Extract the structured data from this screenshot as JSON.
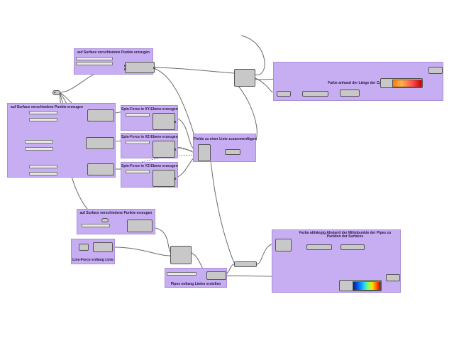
{
  "groups": {
    "g_points_top": "auf Surface verschiedene Punkte erzeugen",
    "g_points_left": "auf Surface verschiedene Punkte erzeugen",
    "g_spin_xy": "Spin-Force in XY-Ebene erzeugen",
    "g_spin_xz": "Spin-Force in XZ-Ebene erzeugen",
    "g_spin_yz": "Spin-Force in YZ-Ebene erzeugen",
    "g_fields_list": "Fields zu einer Liste zusammenfügen",
    "g_color_curves": "Farbe anhand der Länge der Curves",
    "g_points_mid": "auf Surface verschiedene Punkte erzeugen",
    "g_line_force": "Line-Force entlang Linie",
    "g_pipes": "Pipes entlang Linien erstellen",
    "g_color_pipes": "Farbe abhängig Abstand der Mittelpunkte der Pipes zu Punkten der Surfaces"
  },
  "colors": {
    "group_fill": "#c7aef2",
    "node_fill": "#c8c8c8",
    "wire": "#6a6a6a"
  }
}
